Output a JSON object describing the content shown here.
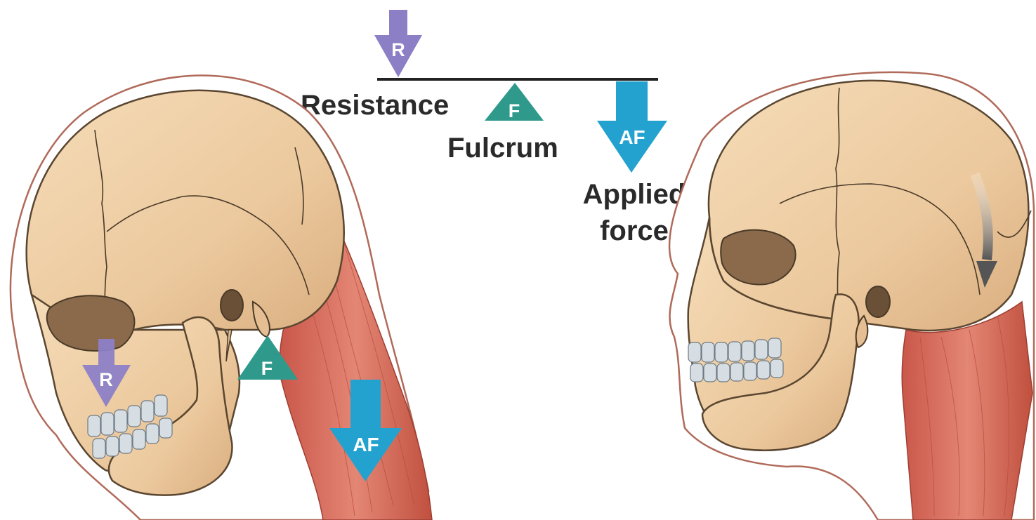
{
  "diagram": {
    "lever": {
      "resistance_label": "Resistance",
      "fulcrum_label": "Fulcrum",
      "applied_force_line1": "Applied",
      "applied_force_line2": "force"
    },
    "symbols": {
      "resistance": "R",
      "fulcrum": "F",
      "applied_force": "AF"
    },
    "colors": {
      "resistance": "#8c7fc6",
      "fulcrum": "#2f9a8b",
      "applied_force": "#23a2cf",
      "bone": "#ecc99e",
      "muscle": "#d96b5a",
      "teeth": "#cfd8df",
      "motion_arrow": "#6b6b6b"
    }
  }
}
